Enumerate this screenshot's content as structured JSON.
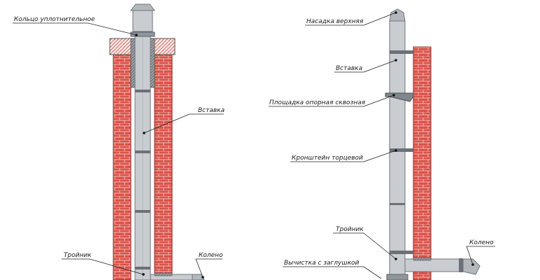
{
  "left_diagram": {
    "labels": {
      "sealing_ring": "Кольцо уплотнительное",
      "insert": "Вставка",
      "tee": "Тройник",
      "elbow": "Колено"
    }
  },
  "right_diagram": {
    "labels": {
      "top_nozzle": "Насадка верхняя",
      "insert": "Вставка",
      "pass_through_platform": "Площадка опорная сквозная",
      "end_bracket": "Кронштейн торцевой",
      "tee": "Тройник",
      "cleanout_with_plug": "Вычистка с заглушкой",
      "elbow": "Колено"
    }
  },
  "colors": {
    "brick": "#d9534a",
    "mortar": "#ffffff",
    "pipe": "#c9cdd2",
    "pipe_outline": "#6e7378",
    "band": "#6b7177",
    "hatch": "#c0392b"
  }
}
